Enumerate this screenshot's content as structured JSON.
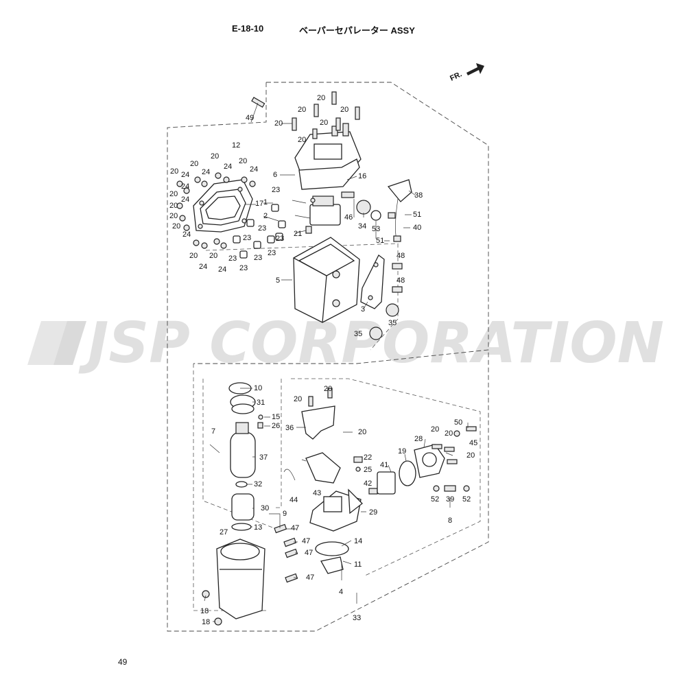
{
  "header": {
    "code": "E-18-10",
    "title": "ベーパーセパレーター ASSY"
  },
  "page": {
    "number": "49"
  },
  "watermark": {
    "text": "JSP CORPORATION",
    "color": "#dddddd"
  },
  "direction_marker": {
    "text": "FR.",
    "icon": "arrow-icon"
  },
  "part_labels": {
    "upper_left": [
      "20",
      "20",
      "20",
      "20",
      "12",
      "20",
      "24",
      "24",
      "24",
      "24",
      "20",
      "20",
      "24",
      "24",
      "20",
      "17",
      "20",
      "24",
      "23",
      "1",
      "2",
      "23",
      "23",
      "23",
      "23",
      "23",
      "20",
      "20",
      "23",
      "24",
      "24",
      "23"
    ],
    "upper_mid": [
      "49",
      "20",
      "20",
      "20",
      "20",
      "20",
      "20",
      "20",
      "6",
      "16",
      "38",
      "51",
      "46",
      "34",
      "53",
      "40",
      "21",
      "51",
      "48",
      "5",
      "48",
      "3",
      "35",
      "35"
    ],
    "lower": [
      "10",
      "31",
      "15",
      "26",
      "7",
      "37",
      "32",
      "30",
      "13",
      "27",
      "9",
      "36",
      "20",
      "20",
      "20",
      "22",
      "25",
      "41",
      "19",
      "28",
      "20",
      "20",
      "20",
      "50",
      "45",
      "42",
      "43",
      "44",
      "29",
      "52",
      "39",
      "52",
      "8",
      "47",
      "47",
      "47",
      "47",
      "14",
      "11",
      "4",
      "18",
      "18",
      "33"
    ]
  }
}
